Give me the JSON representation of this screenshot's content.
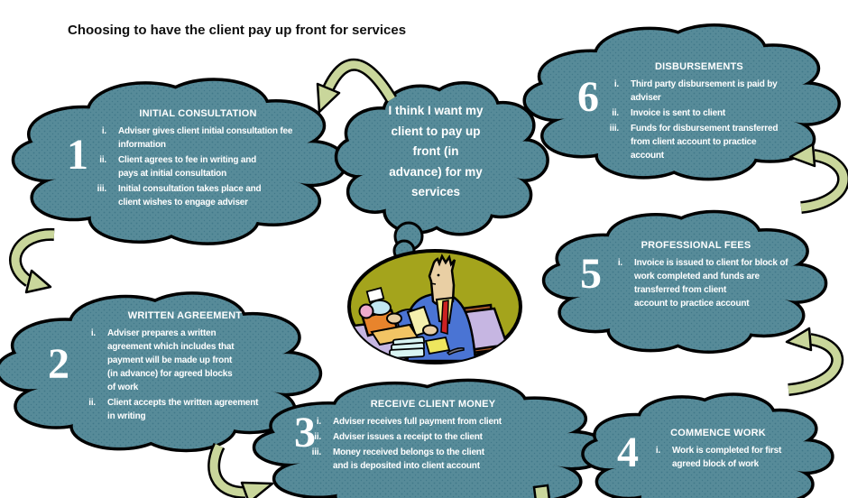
{
  "title": "Choosing to have the client pay up front for services",
  "center": {
    "thought": "I think I want my\nclient to pay up\nfront (in\nadvance) for my\nservices",
    "illustration_icon": "adviser-at-desk"
  },
  "clouds": [
    {
      "number": "1",
      "title": "INITIAL CONSULTATION",
      "items": [
        {
          "marker": "i.",
          "text": "Adviser gives client initial consultation fee\ninformation"
        },
        {
          "marker": "ii.",
          "text": "Client agrees to fee in writing and\npays at initial consultation"
        },
        {
          "marker": "iii.",
          "text": "Initial consultation takes place and\nclient wishes to engage adviser"
        }
      ]
    },
    {
      "number": "2",
      "title": "WRITTEN AGREEMENT",
      "items": [
        {
          "marker": "i.",
          "text": "Adviser prepares a written\nagreement which includes that\npayment will be made up front\n(in advance)  for agreed blocks\nof work"
        },
        {
          "marker": "ii.",
          "text": "Client accepts the written agreement\nin writing"
        }
      ]
    },
    {
      "number": "3",
      "title": "RECEIVE CLIENT MONEY",
      "items": [
        {
          "marker": "i.",
          "text": "Adviser receives full payment from client"
        },
        {
          "marker": "ii.",
          "text": "Adviser issues a receipt to the client"
        },
        {
          "marker": "iii.",
          "text": "Money received belongs to the client\nand is deposited into client account"
        }
      ]
    },
    {
      "number": "4",
      "title": "COMMENCE WORK",
      "items": [
        {
          "marker": "i.",
          "text": "Work is  completed for first\nagreed block of work"
        }
      ]
    },
    {
      "number": "5",
      "title": "PROFESSIONAL FEES",
      "items": [
        {
          "marker": "i.",
          "text": "Invoice is issued to client for block of\nwork completed and funds are\ntransferred from client\naccount to practice account"
        }
      ]
    },
    {
      "number": "6",
      "title": "DISBURSEMENTS",
      "items": [
        {
          "marker": "i.",
          "text": "Third party disbursement is paid by adviser"
        },
        {
          "marker": "ii.",
          "text": "Invoice is sent to client"
        },
        {
          "marker": "iii.",
          "text": "Funds for disbursement transferred\nfrom client account to practice\naccount"
        }
      ]
    }
  ],
  "colors": {
    "cloud_fill": "#578b99",
    "cloud_dot": "#41788a",
    "outline": "#000000",
    "arrow_green": "#c9d69b",
    "scene_olive": "#a4a41c",
    "text_white": "#ffffff"
  }
}
